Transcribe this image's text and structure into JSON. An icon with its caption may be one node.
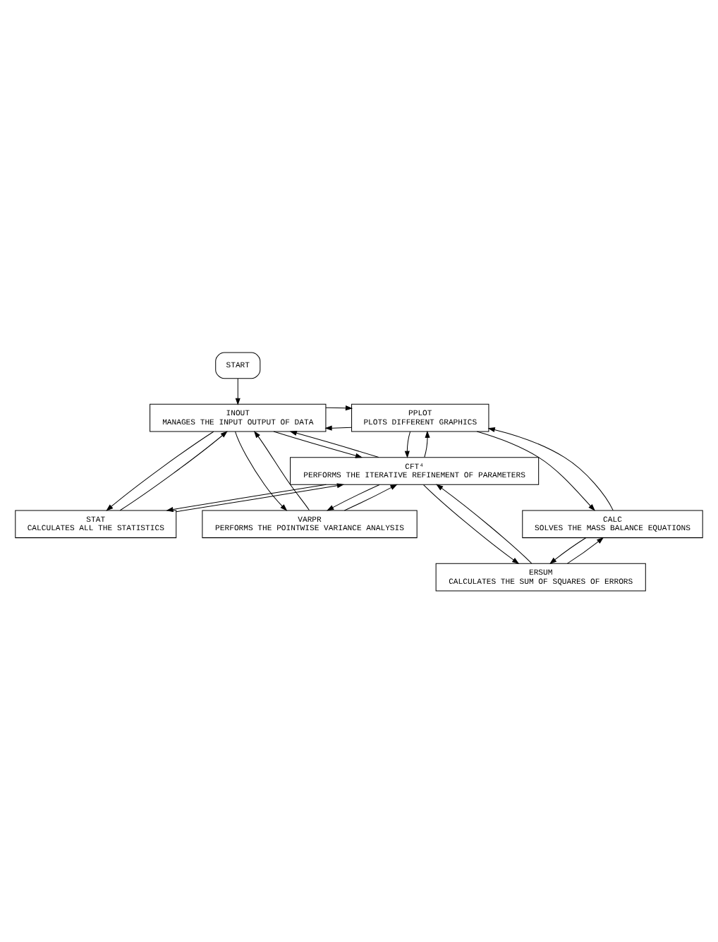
{
  "diagram": {
    "nodes": [
      {
        "text": [
          "START"
        ]
      },
      {
        "text": [
          "PPLOT",
          "PLOTS DIFFERENT GRAPHICS"
        ]
      },
      {
        "text": [
          "INOUT",
          "MANAGES THE INPUT OUTPUT OF DATA"
        ]
      },
      {
        "text": [
          "STAT",
          "CALCULATES ALL THE STATISTICS"
        ]
      },
      {
        "text": [
          "CFT⁴",
          "PERFORMS THE ITERATIVE REFINEMENT OF PARAMETERS"
        ]
      },
      {
        "text": [
          "ERSUM",
          "CALCULATES THE SUM OF SQUARES OF ERRORS"
        ]
      },
      {
        "text": [
          "CALC",
          "SOLVES THE MASS BALANCE EQUATIONS"
        ]
      },
      {
        "text": [
          "VARPR",
          "PERFORMS THE POINTWISE VARIANCE ANALYSIS"
        ]
      }
    ],
    "edges": [
      {
        "from": 0,
        "to": 2,
        "arrow": "to"
      },
      {
        "from": 1,
        "to": 2,
        "arrow": "to"
      },
      {
        "from": 2,
        "to": 1,
        "arrow": "to"
      },
      {
        "from": 3,
        "to": 2,
        "arrow": "to"
      },
      {
        "from": 2,
        "to": 3,
        "arrow": "to"
      },
      {
        "from": 4,
        "to": 3,
        "arrow": "to"
      },
      {
        "from": 3,
        "to": 4,
        "arrow": "to"
      },
      {
        "from": 4,
        "to": 2,
        "arrow": "to"
      },
      {
        "from": 2,
        "to": 4,
        "arrow": "to"
      },
      {
        "from": 6,
        "to": 1,
        "arrow": "to"
      },
      {
        "from": 1,
        "to": 6,
        "arrow": "to"
      },
      {
        "from": 4,
        "to": 1,
        "arrow": "to"
      },
      {
        "from": 1,
        "to": 4,
        "arrow": "to"
      },
      {
        "from": 5,
        "to": 4,
        "arrow": "to"
      },
      {
        "from": 4,
        "to": 5,
        "arrow": "to"
      },
      {
        "from": 6,
        "to": 5,
        "arrow": "to"
      },
      {
        "from": 5,
        "to": 6,
        "arrow": "to"
      },
      {
        "from": 4,
        "to": 7,
        "arrow": "to"
      },
      {
        "from": 7,
        "to": 4,
        "arrow": "to"
      },
      {
        "from": 7,
        "to": 2,
        "arrow": "to"
      },
      {
        "from": 2,
        "to": 7,
        "arrow": "to"
      }
    ]
  }
}
